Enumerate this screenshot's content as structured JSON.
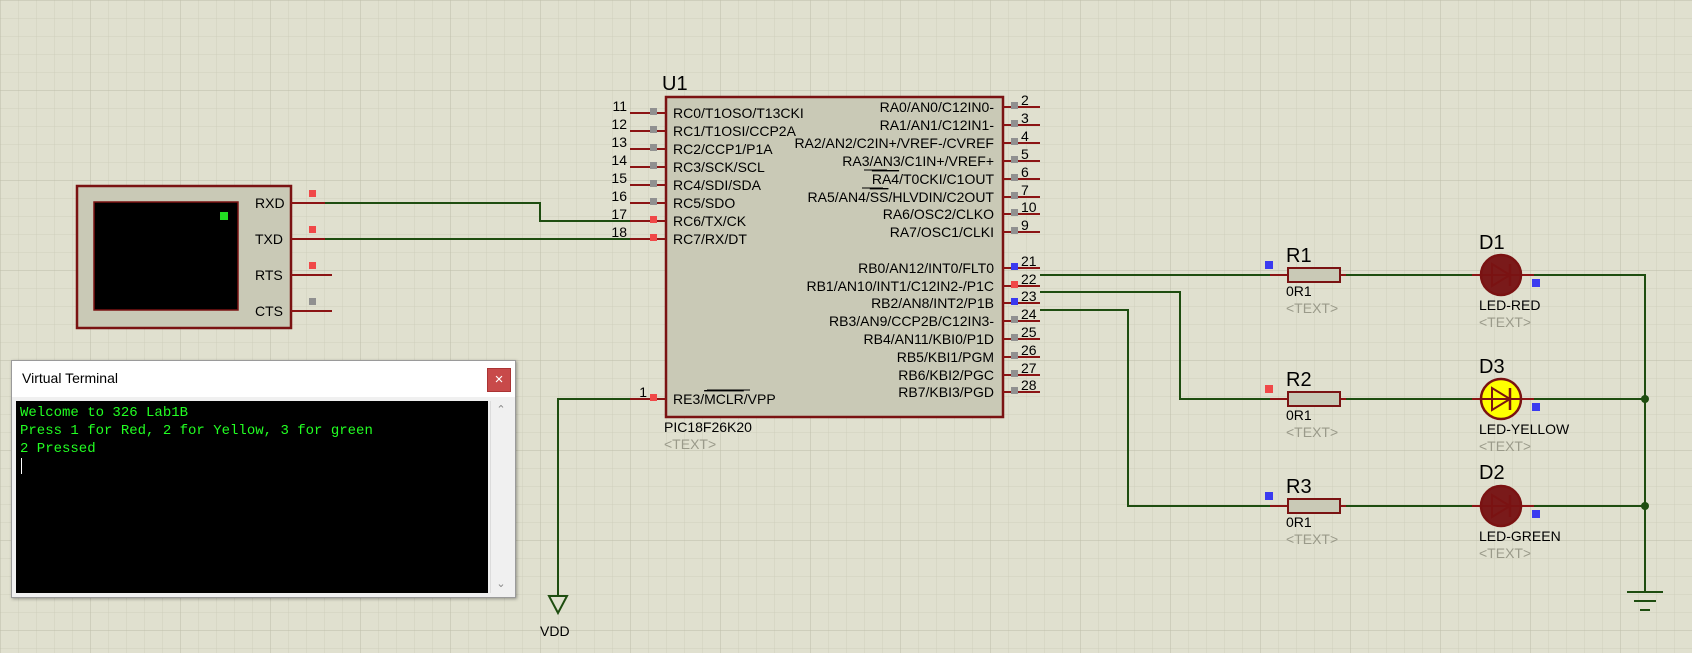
{
  "schematic": {
    "u1": {
      "ref": "U1",
      "part": "PIC18F26K20",
      "text": "<TEXT>",
      "left_pins": [
        {
          "num": "11",
          "label": "RC0/T1OSO/T13CKI"
        },
        {
          "num": "12",
          "label": "RC1/T1OSI/CCP2A"
        },
        {
          "num": "13",
          "label": "RC2/CCP1/P1A"
        },
        {
          "num": "14",
          "label": "RC3/SCK/SCL"
        },
        {
          "num": "15",
          "label": "RC4/SDI/SDA"
        },
        {
          "num": "16",
          "label": "RC5/SDO"
        },
        {
          "num": "17",
          "label": "RC6/TX/CK"
        },
        {
          "num": "18",
          "label": "RC7/RX/DT"
        }
      ],
      "mclr_pin": {
        "num": "1",
        "label_a": "RE3/",
        "label_b": "MCLR",
        "label_c": "/VPP"
      },
      "right_pins": [
        {
          "num": "2",
          "label": "RA0/AN0/C12IN0-"
        },
        {
          "num": "3",
          "label": "RA1/AN1/C12IN1-"
        },
        {
          "num": "4",
          "label": "RA2/AN2/C2IN+/VREF-/CVREF"
        },
        {
          "num": "5",
          "label": "RA3/AN3/C1IN+/VREF+"
        },
        {
          "num": "6",
          "label_a": "RA4",
          "label_b": "/T0CKI/C1OUT"
        },
        {
          "num": "7",
          "label_a": "RA5/AN4/",
          "label_b": "SS",
          "label_c": "/HLVDIN/C2OUT"
        },
        {
          "num": "10",
          "label": "RA6/OSC2/CLKO"
        },
        {
          "num": "9",
          "label": "RA7/OSC1/CLKI"
        },
        {
          "num": "21",
          "label": "RB0/AN12/INT0/FLT0"
        },
        {
          "num": "22",
          "label": "RB1/AN10/INT1/C12IN2-/P1C"
        },
        {
          "num": "23",
          "label": "RB2/AN8/INT2/P1B"
        },
        {
          "num": "24",
          "label": "RB3/AN9/CCP2B/C12IN3-"
        },
        {
          "num": "25",
          "label": "RB4/AN11/KBI0/P1D"
        },
        {
          "num": "26",
          "label": "RB5/KBI1/PGM"
        },
        {
          "num": "27",
          "label": "RB6/KBI2/PGC"
        },
        {
          "num": "28",
          "label": "RB7/KBI3/PGD"
        }
      ]
    },
    "terminal_pins": [
      "RXD",
      "TXD",
      "RTS",
      "CTS"
    ],
    "resistors": [
      {
        "ref": "R1",
        "value": "0R1",
        "text": "<TEXT>"
      },
      {
        "ref": "R2",
        "value": "0R1",
        "text": "<TEXT>"
      },
      {
        "ref": "R3",
        "value": "0R1",
        "text": "<TEXT>"
      }
    ],
    "leds": [
      {
        "ref": "D1",
        "value": "LED-RED",
        "text": "<TEXT>",
        "fill": "#7a1a1a"
      },
      {
        "ref": "D3",
        "value": "LED-YELLOW",
        "text": "<TEXT>",
        "fill": "#ffff00"
      },
      {
        "ref": "D2",
        "value": "LED-GREEN",
        "text": "<TEXT>",
        "fill": "#7a1a1a"
      }
    ],
    "vdd_label": "VDD",
    "colors": {
      "wire": "#1e4d10",
      "outline": "#7a1212",
      "body": "#c9c9b6",
      "grid_bg": "#e0e0cf",
      "probe_red": "#f04848",
      "probe_blue": "#3a3af0",
      "probe_gray": "#909090"
    }
  },
  "virtual_terminal": {
    "title": "Virtual Terminal",
    "close_icon": "×",
    "lines": [
      "Welcome to 326 Lab1B",
      "Press 1 for Red, 2 for Yellow, 3 for green",
      "2 Pressed"
    ],
    "text_color": "#22ff22"
  }
}
